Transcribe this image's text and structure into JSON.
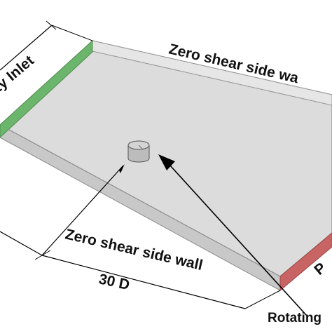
{
  "labels": {
    "inlet": "ty Inlet",
    "side_wall_top": "Zero shear side wa",
    "side_wall_bottom": "Zero shear side wall",
    "dimension": "30 D",
    "rotating": "Rotating",
    "outlet": "P"
  },
  "colors": {
    "plate_top": "#dcdcdc",
    "plate_side": "#c8c8c8",
    "edge_line": "#7a7a7a",
    "dashed_edge": "#9a9a9a",
    "inlet": "#6cb56c",
    "outlet": "#c96464",
    "cylinder": "#bcbcbc",
    "arrow": "#000000",
    "text": "#111111"
  }
}
